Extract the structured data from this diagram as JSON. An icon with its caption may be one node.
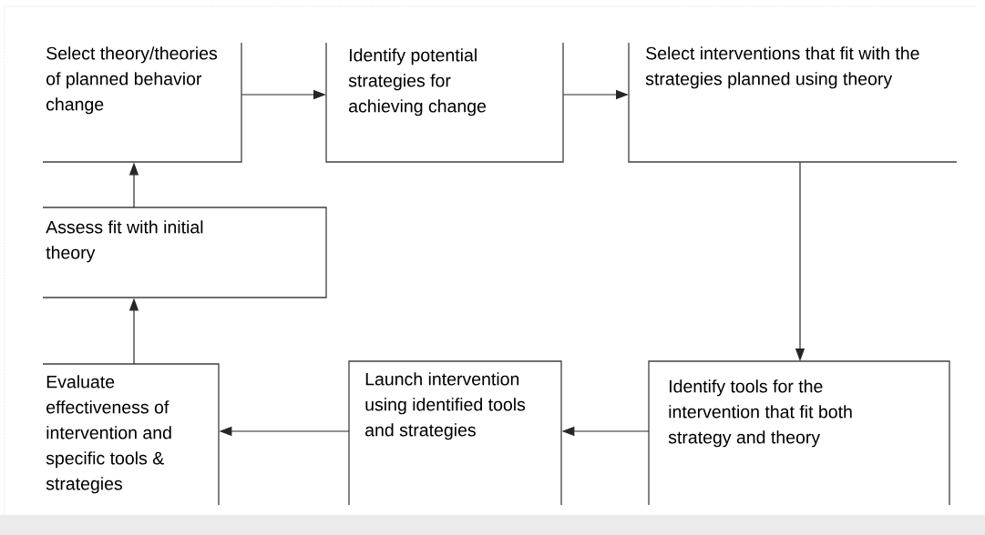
{
  "diagram": {
    "nodes": [
      {
        "text": [
          "Select theory/theories of planned behavior change"
        ]
      },
      {
        "text": [
          "Identify potential strategies for achieving change"
        ]
      },
      {
        "text": [
          "Select interventions that fit with the strategies planned using theory"
        ]
      },
      {
        "text": [
          "Assess fit with initial theory"
        ]
      },
      {
        "text": [
          "Evaluate effectiveness of intervention and specific tools & strategies"
        ]
      },
      {
        "text": [
          "Launch intervention using identified tools and strategies"
        ]
      },
      {
        "text": [
          "Identify tools for the intervention that fit both strategy and theory"
        ]
      }
    ],
    "edges": [
      {
        "from": 0,
        "to": 1,
        "arrow": "to"
      },
      {
        "from": 1,
        "to": 2,
        "arrow": "to"
      },
      {
        "from": 2,
        "to": 6,
        "arrow": "to"
      },
      {
        "from": 6,
        "to": 5,
        "arrow": "to"
      },
      {
        "from": 5,
        "to": 4,
        "arrow": "to"
      },
      {
        "from": 4,
        "to": 3,
        "arrow": "to"
      },
      {
        "from": 3,
        "to": 0,
        "arrow": "to"
      }
    ]
  }
}
